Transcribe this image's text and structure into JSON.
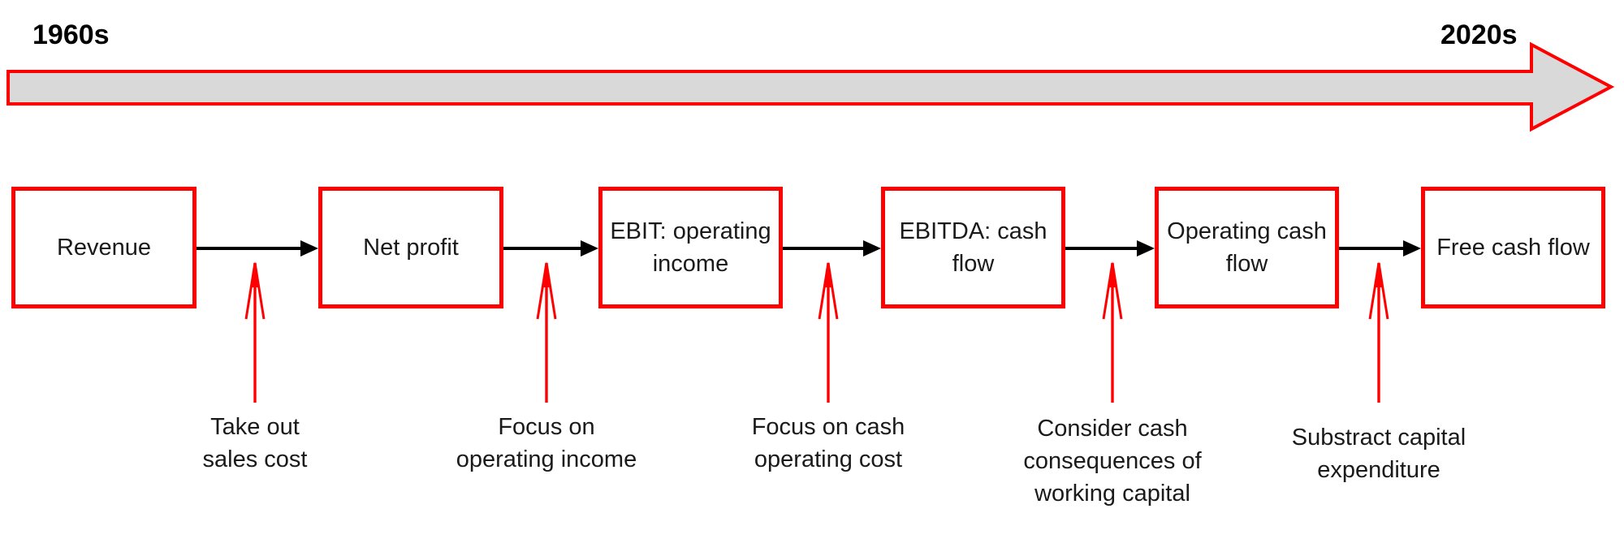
{
  "timeline": {
    "start": "1960s",
    "end": "2020s"
  },
  "flow": {
    "boxes": [
      {
        "label": "Revenue"
      },
      {
        "label": "Net profit"
      },
      {
        "label": "EBIT: operating\nincome"
      },
      {
        "label": "EBITDA: cash\nflow"
      },
      {
        "label": "Operating cash\nflow"
      },
      {
        "label": "Free cash flow"
      }
    ],
    "steps": [
      {
        "label": "Take out\nsales cost"
      },
      {
        "label": "Focus on\noperating income"
      },
      {
        "label": "Focus on cash\noperating cost"
      },
      {
        "label": "Consider cash\nconsequences of\nworking capital"
      },
      {
        "label": "Substract capital\nexpenditure"
      }
    ]
  },
  "colors": {
    "accent_red": "#FF0000",
    "timeline_fill": "#D9D9D9",
    "connector_black": "#000000",
    "text": "#1A1A1A"
  }
}
